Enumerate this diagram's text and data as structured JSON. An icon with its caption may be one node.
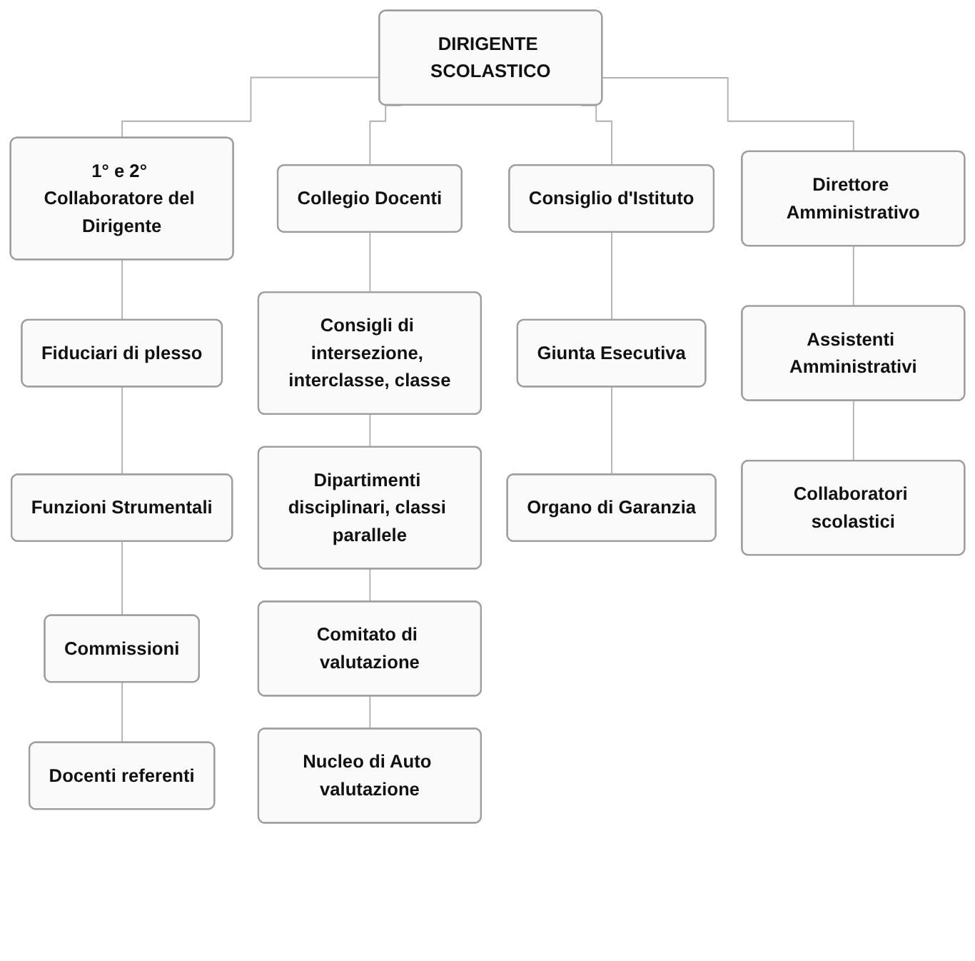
{
  "diagram": {
    "nodes": [
      {
        "text": [
          "DIRIGENTE SCOLASTICO"
        ]
      },
      {
        "text": [
          "1° e 2° Collaboratore del Dirigente"
        ]
      },
      {
        "text": [
          "Collegio Docenti"
        ]
      },
      {
        "text": [
          "Consiglio d'Istituto"
        ]
      },
      {
        "text": [
          "Direttore Amministrativo"
        ]
      },
      {
        "text": [
          "Fiduciari di plesso"
        ]
      },
      {
        "text": [
          "Consigli di intersezione, interclasse, classe"
        ]
      },
      {
        "text": [
          "Giunta Esecutiva"
        ]
      },
      {
        "text": [
          "Assistenti Amministrativi"
        ]
      },
      {
        "text": [
          "Funzioni Strumentali"
        ]
      },
      {
        "text": [
          "Dipartimenti disciplinari, classi parallele"
        ]
      },
      {
        "text": [
          "Organo di Garanzia"
        ]
      },
      {
        "text": [
          "Collaboratori scolastici"
        ]
      },
      {
        "text": [
          "Comitato di valutazione"
        ]
      },
      {
        "text": [
          "Nucleo di Auto valutazione"
        ]
      },
      {
        "text": [
          "Commissioni"
        ]
      },
      {
        "text": [
          "Docenti referenti"
        ]
      }
    ],
    "edges": [
      {
        "from": 0,
        "to": 1,
        "arrow": "none"
      },
      {
        "from": 0,
        "to": 2,
        "arrow": "none"
      },
      {
        "from": 0,
        "to": 3,
        "arrow": "none"
      },
      {
        "from": 0,
        "to": 4,
        "arrow": "none"
      },
      {
        "from": 1,
        "to": 5,
        "arrow": "none"
      },
      {
        "from": 5,
        "to": 9,
        "arrow": "none"
      },
      {
        "from": 9,
        "to": 15,
        "arrow": "none"
      },
      {
        "from": 15,
        "to": 16,
        "arrow": "none"
      },
      {
        "from": 2,
        "to": 6,
        "arrow": "none"
      },
      {
        "from": 6,
        "to": 10,
        "arrow": "none"
      },
      {
        "from": 10,
        "to": 13,
        "arrow": "none"
      },
      {
        "from": 13,
        "to": 14,
        "arrow": "none"
      },
      {
        "from": 3,
        "to": 7,
        "arrow": "none"
      },
      {
        "from": 7,
        "to": 11,
        "arrow": "none"
      },
      {
        "from": 4,
        "to": 8,
        "arrow": "none"
      },
      {
        "from": 8,
        "to": 12,
        "arrow": "none"
      }
    ]
  }
}
